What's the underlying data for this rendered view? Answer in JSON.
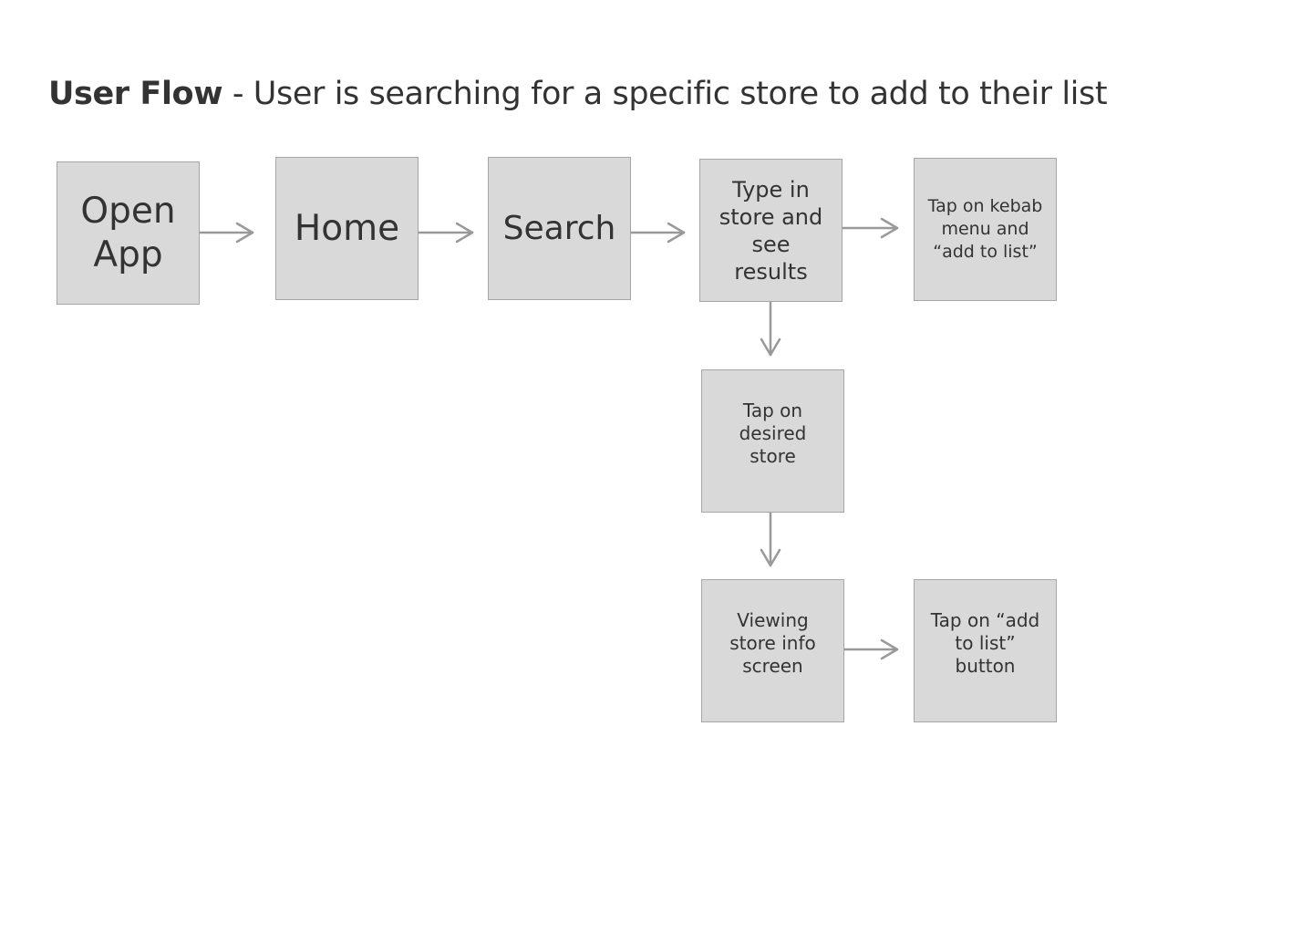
{
  "title": {
    "bold": "User Flow",
    "rest": " - User is searching for a specific store to add to their list"
  },
  "nodes": {
    "open_app": "Open App",
    "home": "Home",
    "search": "Search",
    "type_store": "Type in store and see results",
    "kebab_menu": "Tap on kebab menu and “add to list”",
    "tap_store": "Tap on desired store",
    "viewing_store": "Viewing store info screen",
    "add_button": "Tap on “add to list” button"
  },
  "colors": {
    "node_fill": "#d9d9d9",
    "node_border": "#a6a6a6",
    "arrow": "#999999",
    "text": "#333333"
  }
}
